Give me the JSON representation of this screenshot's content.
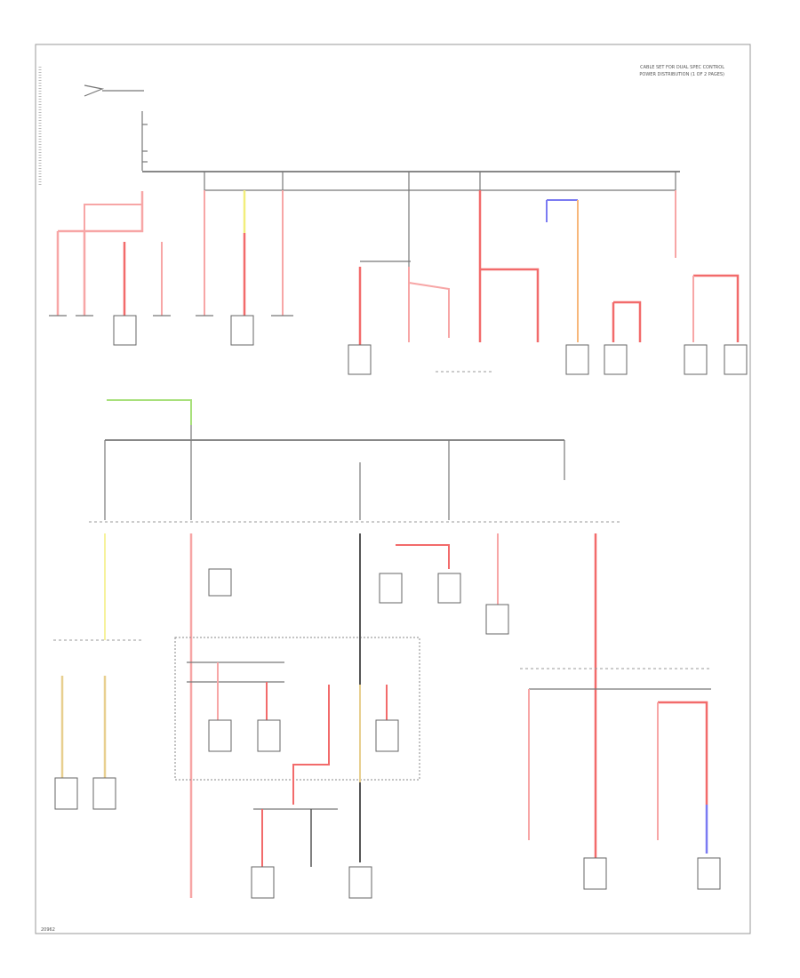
{
  "diagram": {
    "header_lines": [
      "CABLE SET FOR DUAL SPEC CONTROL",
      "POWER DISTRIBUTION (1 OF 2 PAGES)"
    ],
    "corner_tag": "20962"
  },
  "colors": {
    "red": "#f26b6b",
    "pink": "#f7a6a6",
    "blue": "#7b7bf2",
    "yellow": "#f2ee7b",
    "green": "#a8e07b",
    "orange": "#f7b77b",
    "tan": "#e8cf8f",
    "dark": "#555555"
  }
}
